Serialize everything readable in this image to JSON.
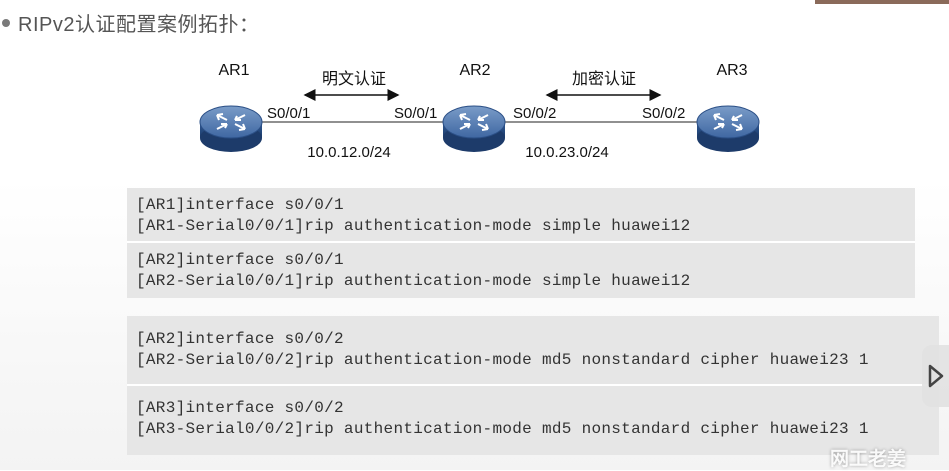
{
  "slide": {
    "title": "RIPv2认证配置案例拓扑："
  },
  "topology": {
    "routers": [
      {
        "name": "AR1"
      },
      {
        "name": "AR2"
      },
      {
        "name": "AR3"
      }
    ],
    "links": [
      {
        "auth": "明文认证",
        "left_port": "S0/0/1",
        "right_port": "S0/0/1",
        "network": "10.0.12.0/24"
      },
      {
        "auth": "加密认证",
        "left_port": "S0/0/2",
        "right_port": "S0/0/2",
        "network": "10.0.23.0/24"
      }
    ]
  },
  "config_blocks": [
    {
      "groups": [
        [
          "[AR1]interface s0/0/1",
          "[AR1-Serial0/0/1]rip authentication-mode simple huawei12"
        ],
        [
          "[AR2]interface s0/0/1",
          "[AR2-Serial0/0/1]rip authentication-mode simple huawei12"
        ]
      ]
    },
    {
      "groups": [
        [
          "[AR2]interface s0/0/2",
          "[AR2-Serial0/0/2]rip authentication-mode md5 nonstandard cipher huawei23 1"
        ],
        [
          "[AR3]interface s0/0/2",
          "[AR3-Serial0/0/2]rip authentication-mode md5 nonstandard cipher huawei23 1"
        ]
      ]
    }
  ],
  "watermark": {
    "text": "网工老姜"
  },
  "colors": {
    "router_body": "#2b4f86",
    "router_top": "#4f76ae",
    "config_bg": "#e6e6e6"
  }
}
